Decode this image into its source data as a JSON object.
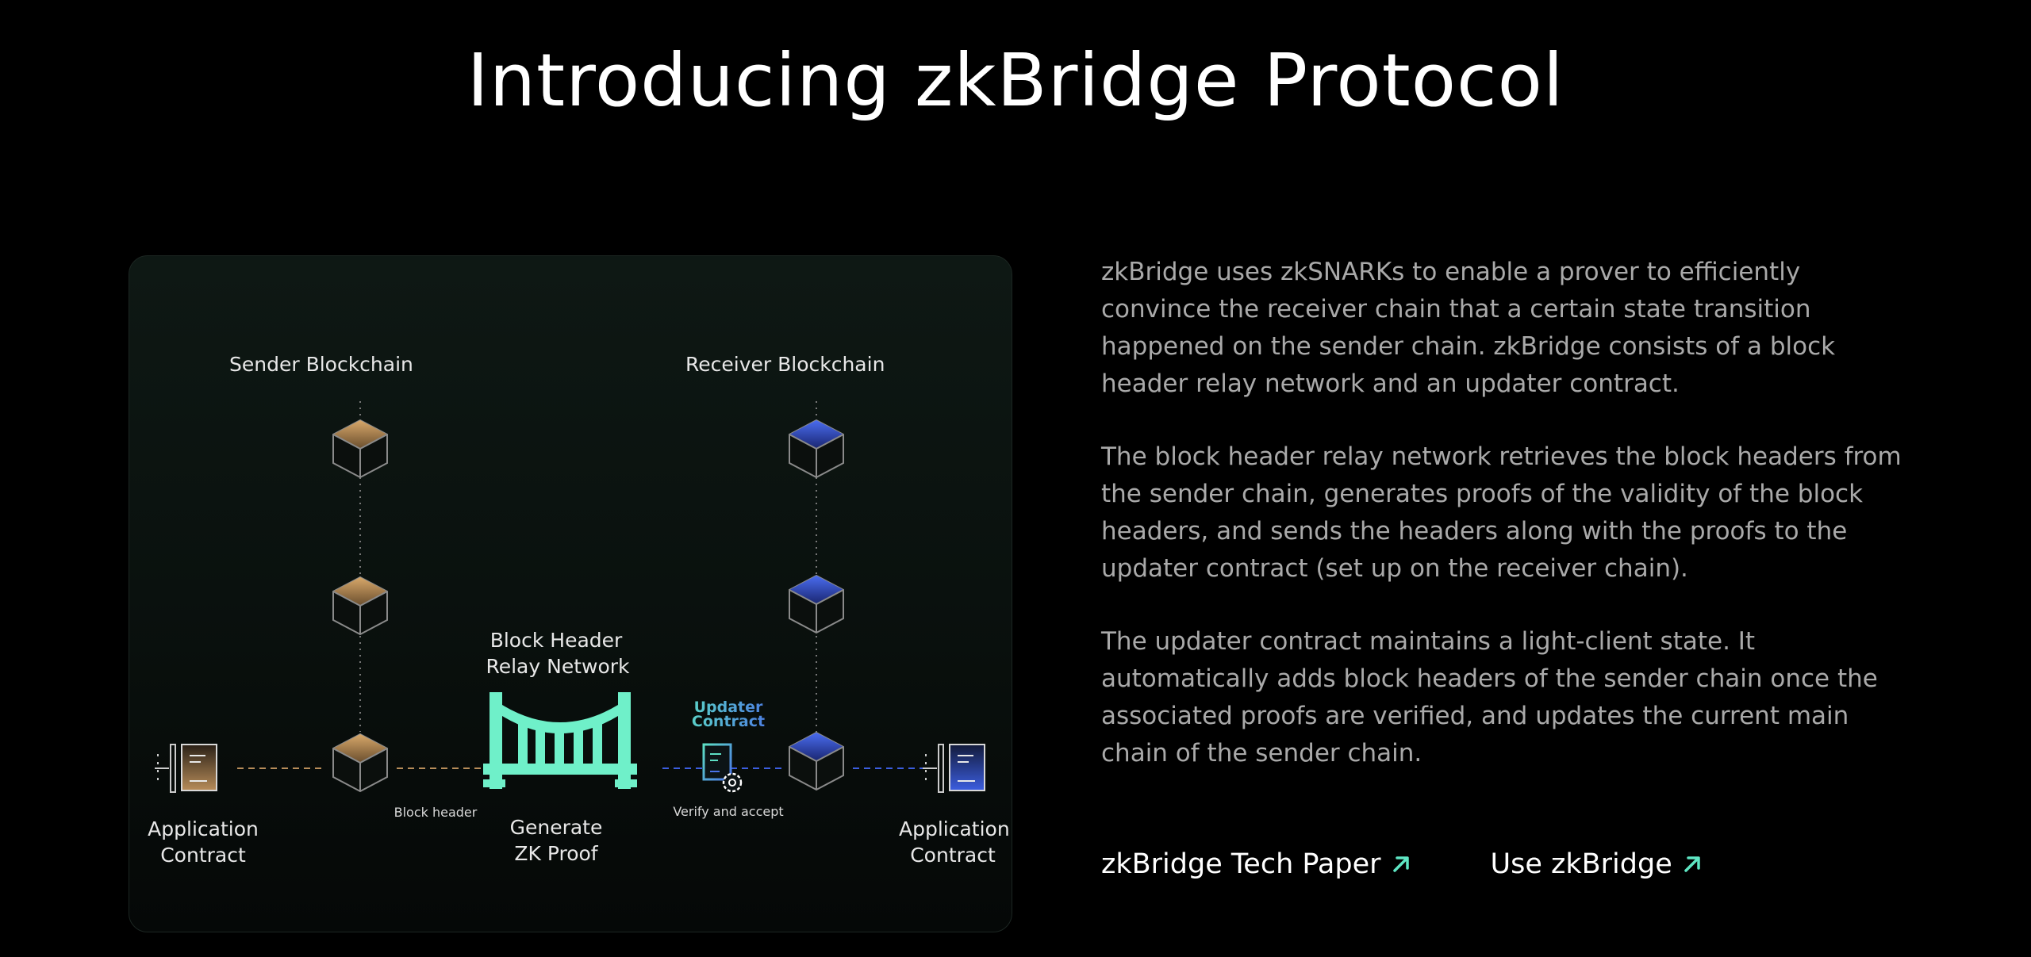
{
  "page": {
    "title": "Introducing zkBridge Protocol"
  },
  "diagram": {
    "sender_label": "Sender Blockchain",
    "receiver_label": "Receiver Blockchain",
    "relay_label_line1": "Block Header",
    "relay_label_line2": "Relay Network",
    "updater_line1": "Updater",
    "updater_line2": "Contract",
    "block_header_label": "Block header",
    "verify_label": "Verify and accept",
    "generate_line1": "Generate",
    "generate_line2": "ZK Proof",
    "app_left_line1": "Application",
    "app_left_line2": "Contract",
    "app_right_line1": "Application",
    "app_right_line2": "Contract"
  },
  "description": {
    "paragraphs": [
      "zkBridge uses zkSNARKs to enable a prover to efficiently convince the receiver chain that a certain state transition happened on the sender chain. zkBridge consists of a block header relay network and an updater contract.",
      "The block header relay network retrieves the block headers from the sender chain, generates proofs of the validity of the block headers, and sends the headers along with the proofs to the updater contract (set up on the receiver chain).",
      "The updater contract maintains a light-client state. It automatically adds block headers of the sender chain once the associated proofs are verified, and updates the current main chain of the sender chain."
    ]
  },
  "links": {
    "tech_paper": "zkBridge Tech Paper",
    "use_zkbridge": "Use zkBridge"
  },
  "colors": {
    "background": "#000000",
    "accent": "#5EE6C3",
    "sender_gold": "#b88d5a",
    "receiver_blue": "#3c5ee0",
    "bridge_green": "#6ff0c9"
  }
}
